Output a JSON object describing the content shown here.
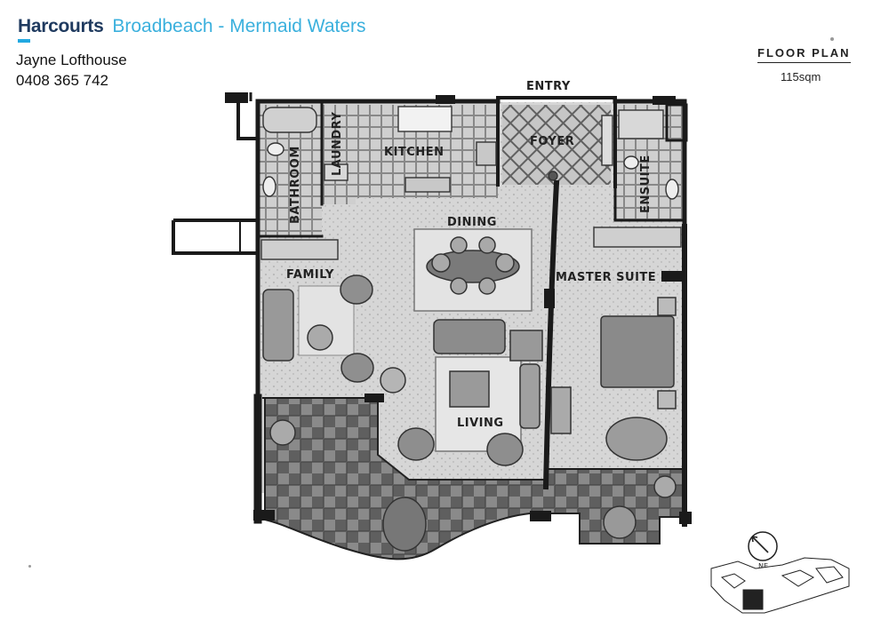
{
  "header": {
    "brand": "Harcourts",
    "office": "Broadbeach - Mermaid Waters"
  },
  "agent": {
    "name": "Jayne Lofthouse",
    "phone": "0408 365 742"
  },
  "floor_plan": {
    "title": "FLOOR PLAN",
    "area": "115sqm",
    "rooms": {
      "entry": "ENTRY",
      "foyer": "FOYER",
      "kitchen": "KITCHEN",
      "laundry": "LAUNDRY",
      "bathroom": "BATHROOM",
      "ensuite": "ENSUITE",
      "dining": "DINING",
      "family": "FAMILY",
      "master_suite": "MASTER SUITE",
      "living": "LIVING"
    },
    "compass": "NE"
  },
  "colors": {
    "brand_navy": "#1f3a5f",
    "brand_blue": "#3bb0dd",
    "wall": "#1a1a1a",
    "floor": "#d9d9d9",
    "tile": "#bdbdbd",
    "balcony": "#6f6f6f"
  }
}
